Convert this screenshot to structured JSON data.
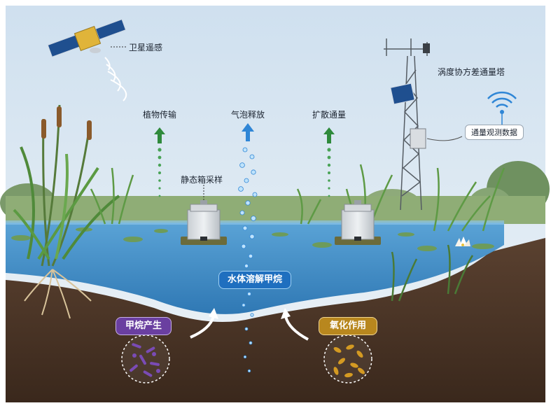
{
  "labels": {
    "satellite": "卫星遥感",
    "tower": "涡度协方差通量塔",
    "tower_data": "通量观测数据",
    "plant_transport": "植物传输",
    "bubble_release": "气泡释放",
    "diffusive_flux": "扩散通量",
    "static_chamber": "静态箱采样",
    "dissolved_methane": "水体溶解甲烷",
    "methane_production": "甲烷产生",
    "oxidation": "氧化作用"
  },
  "colors": {
    "sky": "#dbe8f3",
    "water": "#3b88c4",
    "soil": "#4b3626",
    "arrow_green": "#2f8a3c",
    "arrow_blue": "#2f86d6",
    "pill_blue": "#1f6fbf",
    "pill_purple": "#6a3fa0",
    "pill_gold": "#b8871e",
    "microbe_purple": "#7a4bb5",
    "microbe_gold": "#d49a22"
  },
  "icons": [
    "satellite-icon",
    "wifi-signal-icon",
    "solar-panel-icon",
    "water-lily-icon",
    "cattail-icon"
  ]
}
